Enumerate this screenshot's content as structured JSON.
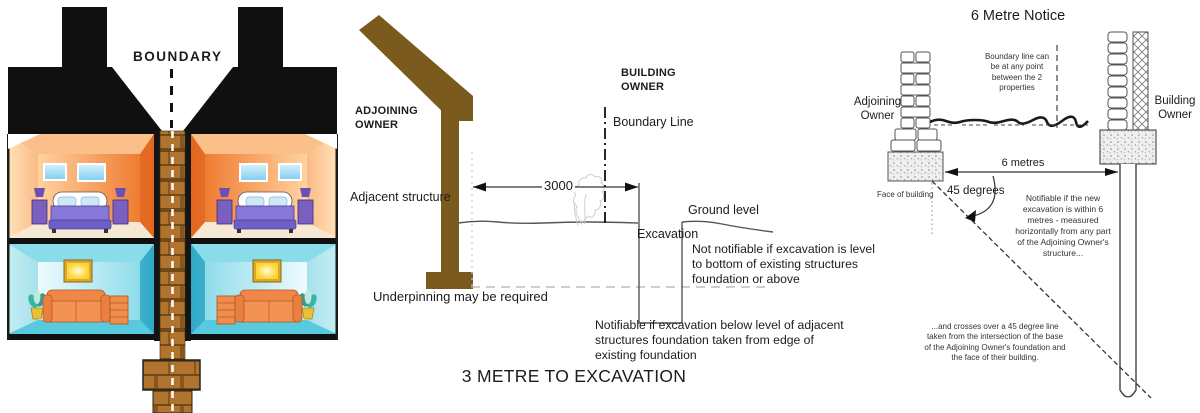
{
  "left_panel": {
    "boundary_label": "BOUNDARY"
  },
  "middle_panel": {
    "adjoining_owner_label": "ADJOINING OWNER",
    "building_owner_label": "BUILDING OWNER",
    "boundary_line_label": "Boundary Line",
    "adjacent_structure_label": "Adjacent structure",
    "dimension_value": "3000",
    "ground_level_label": "Ground level",
    "excavation_label": "Excavation",
    "not_notifiable_note": "Not notifiable if excavation is level to bottom of existing structures foundation or above",
    "underpinning_note": "Underpinning may be required",
    "notifiable_note": "Notifiable if excavation below level of adjacent structures foundation taken from edge of existing foundation",
    "title": "3 METRE TO EXCAVATION"
  },
  "right_panel": {
    "title": "6 Metre Notice",
    "boundary_note": "Boundary line can be at any point between the 2 properties",
    "adjoining_owner_label": "Adjoining Owner",
    "building_owner_label": "Building Owner",
    "distance_label": "6 metres",
    "angle_label": "45 degrees",
    "face_of_building_label": "Face of building",
    "within_note": "Notifiable if the new excavation is within 6 metres - measured horizontally from any part of the Adjoining Owner's structure...",
    "crosses_note": "...and crosses over a 45 degree line taken from the intersection of the base of the Adjoining Owner's foundation and the face of their building."
  },
  "colors": {
    "roof_black": "#101010",
    "wall_orange": "#f5823f",
    "room_teal": "#55c8dc",
    "brick_brown": "#b0742e",
    "structure_brown": "#7a5a1d",
    "line_dark": "#333333",
    "dashed_gray": "#b0b0b0"
  }
}
